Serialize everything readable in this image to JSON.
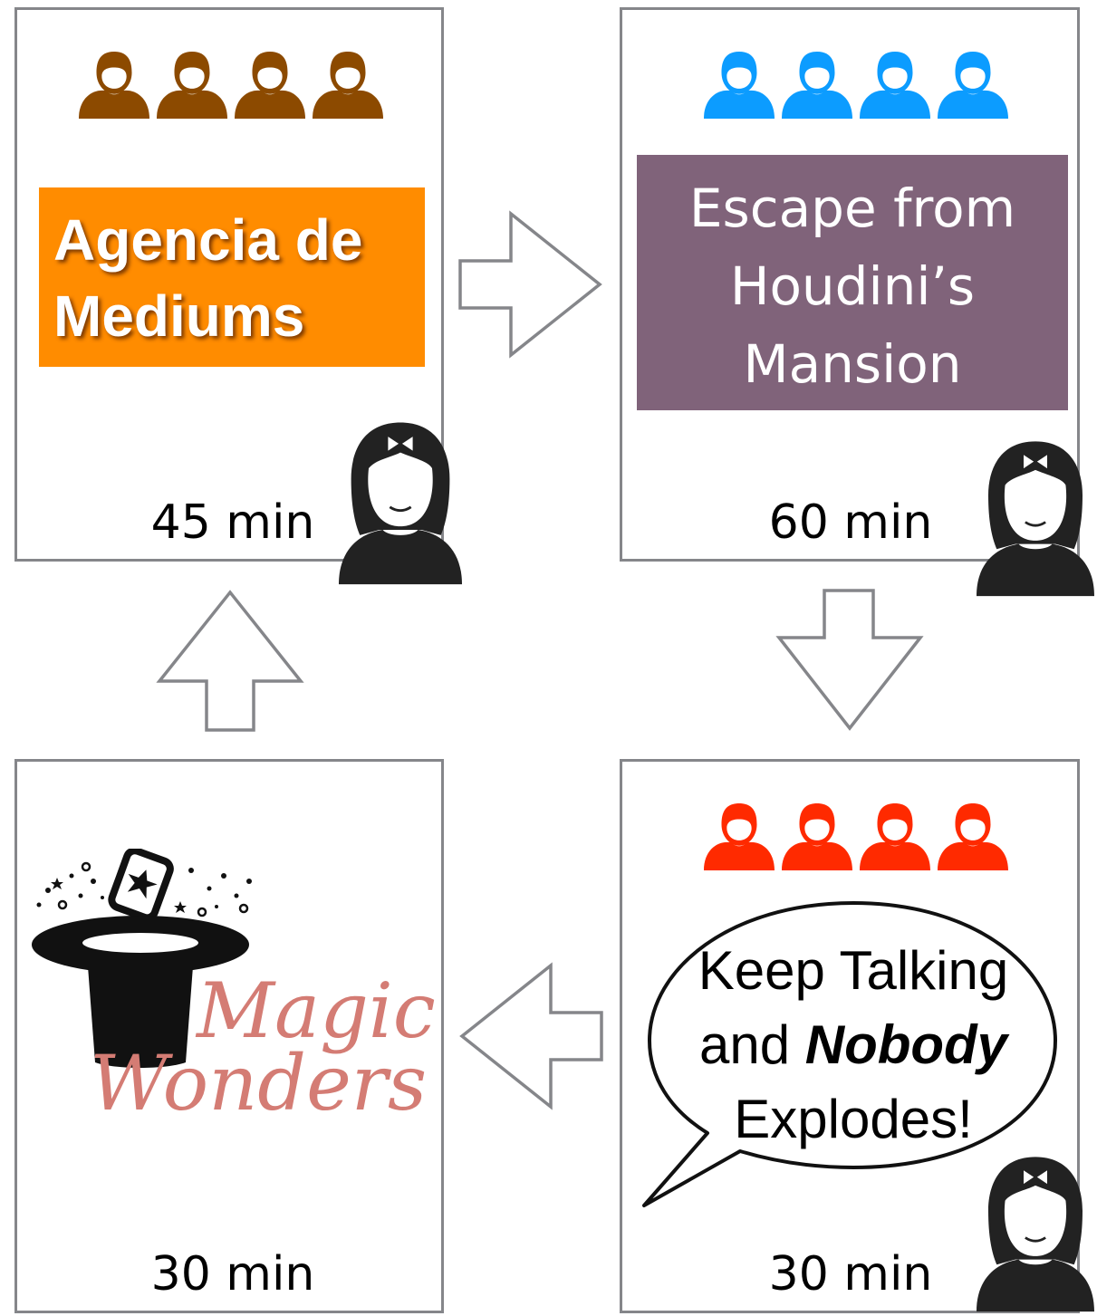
{
  "colors": {
    "panel_border": "#85868a",
    "team_brown": "#8c4a00",
    "team_blue": "#0c9cff",
    "team_red": "#ff2a00",
    "agencia_bg": "#ff8c00",
    "houdini_bg": "#80637a",
    "magic_text": "#d47c74",
    "host": "#222222"
  },
  "icons": {
    "team_member": "user-icon",
    "host": "woman-host-icon",
    "hat": "magic-hat-icon",
    "arrow": "outline-arrow-icon",
    "speech": "speech-bubble-icon"
  },
  "panels": {
    "agencia": {
      "title_line1": "Agencia de",
      "title_line2": "Mediums",
      "duration": "45 min"
    },
    "houdini": {
      "title_line1": "Escape from",
      "title_line2": "Houdini’s",
      "title_line3": "Mansion",
      "duration": "60 min"
    },
    "keep_talking": {
      "line1": "Keep Talking",
      "line2_a": "and ",
      "line2_b": "Nobody",
      "line3": "Explodes!",
      "duration": "30 min"
    },
    "magic": {
      "word1": "Magic",
      "word2": "Wonders",
      "duration": "30 min"
    }
  }
}
